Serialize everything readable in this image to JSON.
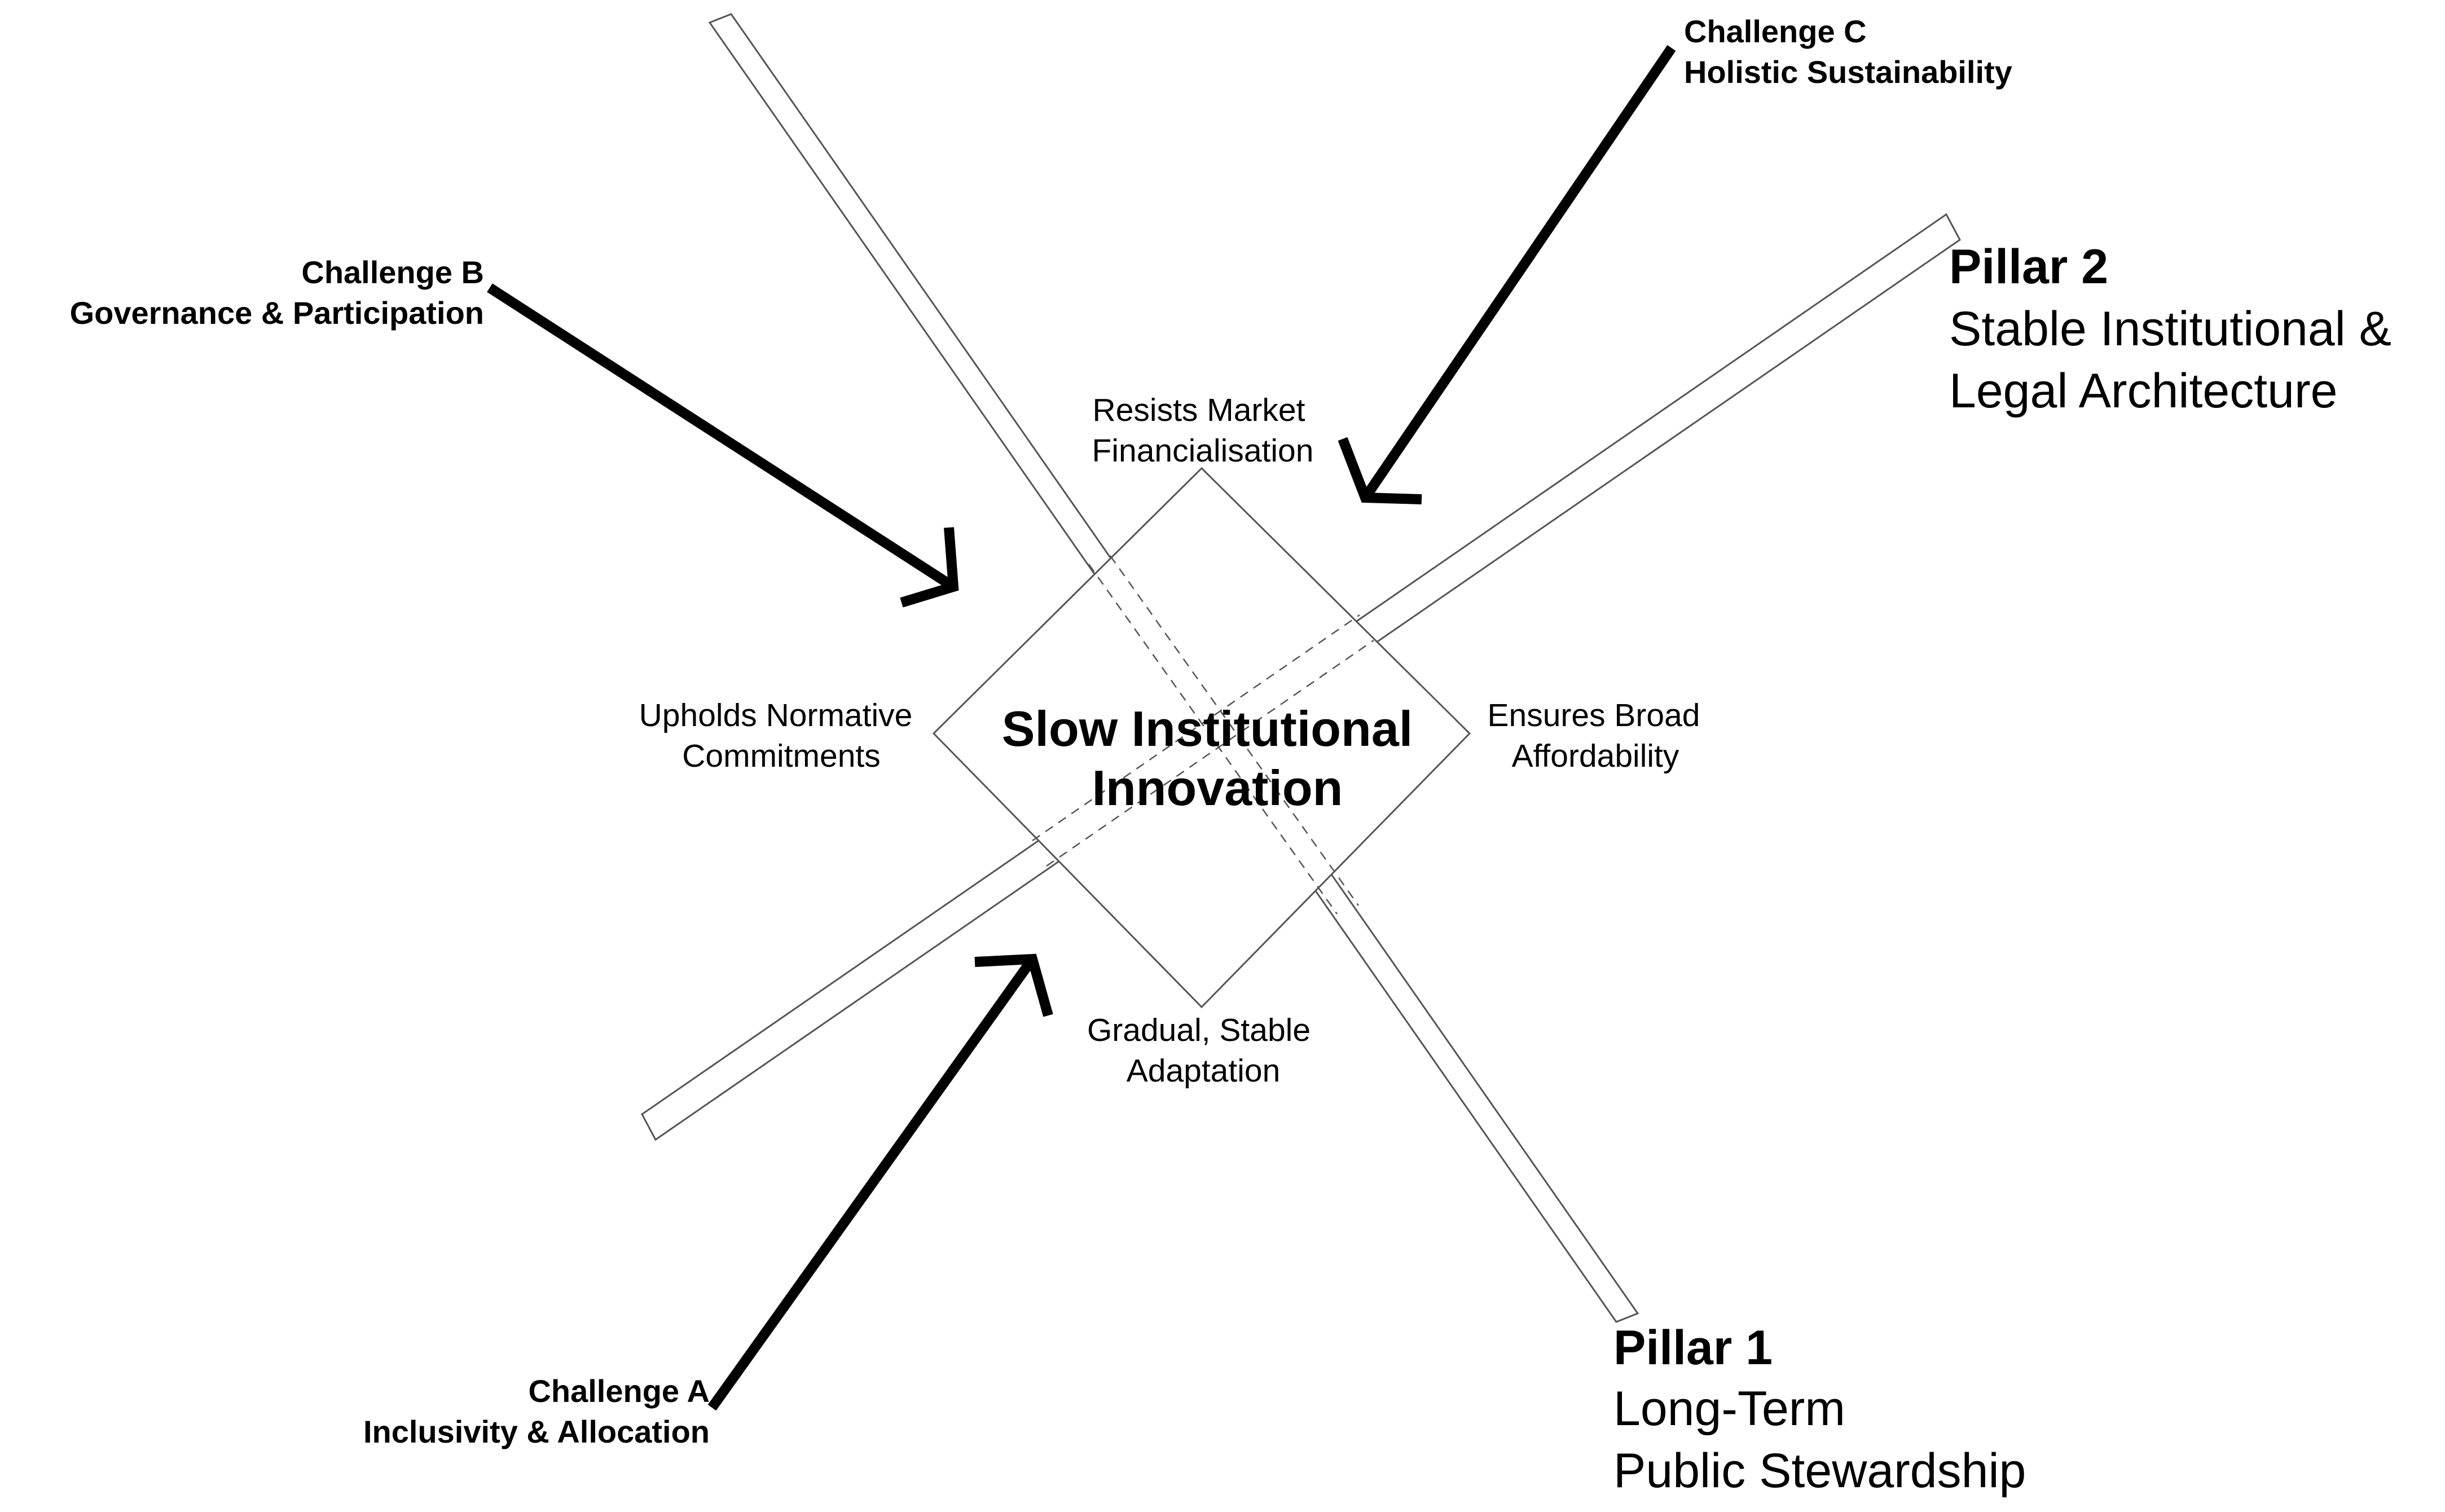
{
  "center": {
    "line1": "Slow Institutional",
    "line2": "Innovation"
  },
  "qualities": {
    "top": {
      "line1": "Resists Market",
      "line2": "Financialisation"
    },
    "left": {
      "line1": "Upholds Normative",
      "line2": "Commitments"
    },
    "right": {
      "line1": "Ensures Broad",
      "line2": "Affordability"
    },
    "bottom": {
      "line1": "Gradual, Stable",
      "line2": "Adaptation"
    }
  },
  "pillars": [
    {
      "title": "Pillar 1",
      "line1": "Long-Term",
      "line2": "Public Stewardship"
    },
    {
      "title": "Pillar 2",
      "line1": "Stable Institutional &",
      "line2": "Legal Architecture"
    }
  ],
  "challenges": [
    {
      "title": "Challenge A",
      "subtitle": "Inclusivity & Allocation"
    },
    {
      "title": "Challenge B",
      "subtitle": "Governance & Participation"
    },
    {
      "title": "Challenge C",
      "subtitle": "Holistic Sustainability"
    }
  ],
  "colors": {
    "stroke": "#000000",
    "thin_line": "#555555",
    "background": "#ffffff"
  }
}
